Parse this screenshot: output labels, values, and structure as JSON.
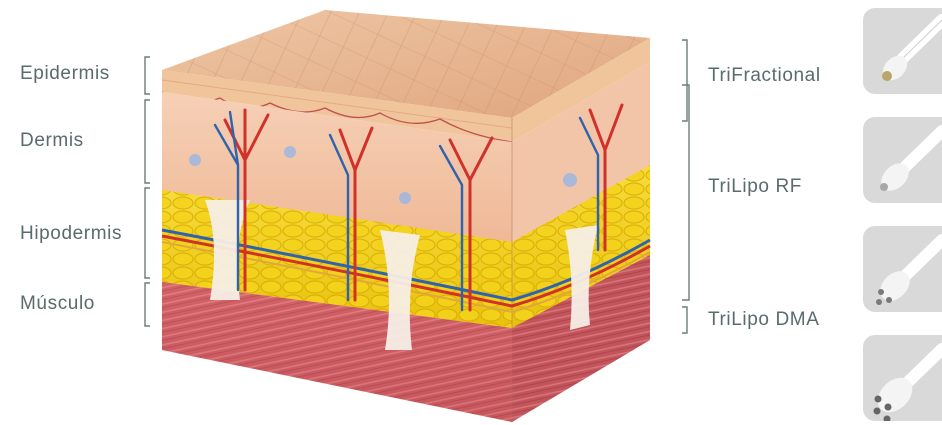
{
  "layers_left": {
    "epidermis": "Epidermis",
    "dermis": "Dermis",
    "hipodermis": "Hipodermis",
    "musculo": "Músculo"
  },
  "treatments_right": {
    "trifractional": "TriFractional",
    "trilipo_rf": "TriLipo RF",
    "trilipo_dma": "TriLipo DMA"
  },
  "colors": {
    "label_text": "#5a6b6b",
    "skin_surface": "#e7b48e",
    "dermis": "#f2c3a6",
    "fat": "#f2cf14",
    "muscle": "#cf5d63",
    "artery": "#d0312b",
    "vein": "#2f63ad",
    "probe_tile": "#d9d9d9"
  }
}
